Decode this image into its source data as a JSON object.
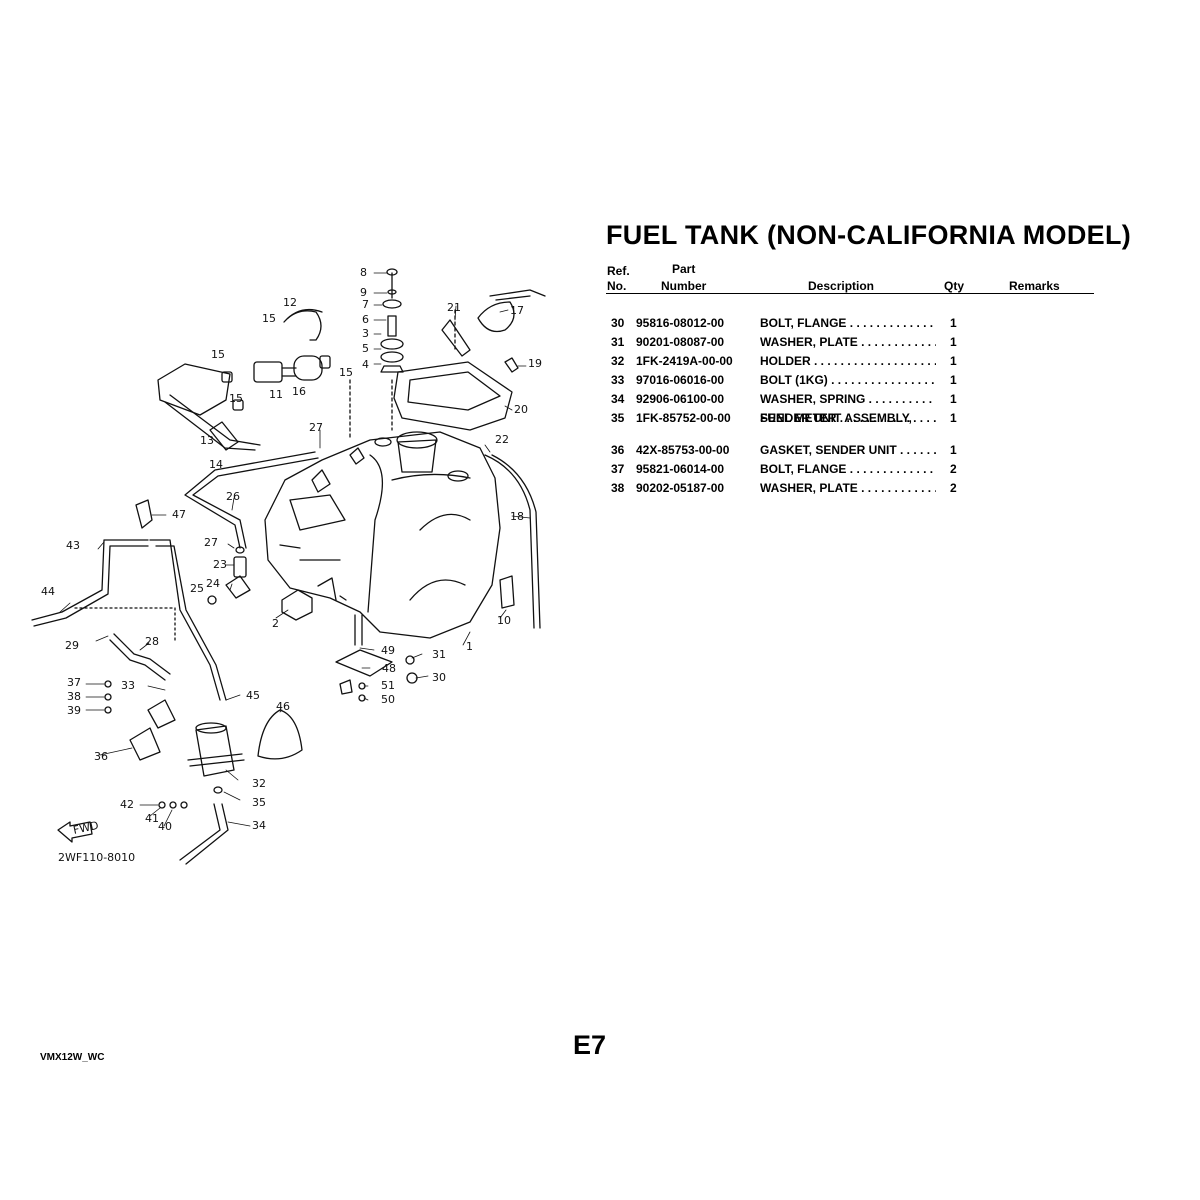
{
  "title": "FUEL TANK (NON-CALIFORNIA MODEL)",
  "table": {
    "headers": {
      "ref_line1": "Ref.",
      "ref_line2": "No.",
      "part_line1": "Part",
      "part_line2": "Number",
      "description": "Description",
      "qty": "Qty",
      "remarks": "Remarks"
    },
    "rows": [
      {
        "ref": "30",
        "part": "95816-08012-00",
        "desc": "BOLT, FLANGE  . . . . . . . . . . . . . . . . . . . . . . . .",
        "desc2": "",
        "qty": "1"
      },
      {
        "ref": "31",
        "part": "90201-08087-00",
        "desc": "WASHER, PLATE  . . . . . . . . . . . . . . . . . . . . . . . .",
        "desc2": "",
        "qty": "1"
      },
      {
        "ref": "32",
        "part": "1FK-2419A-00-00",
        "desc": "HOLDER   . . . . . . . . . . . . . . . . . . . . . . . . . . . . . .",
        "desc2": "",
        "qty": "1"
      },
      {
        "ref": "33",
        "part": "97016-06016-00",
        "desc": "BOLT (1KG)  . . . . . . . . . . . . . . . . . . . . . . . . . .",
        "desc2": "",
        "qty": "1"
      },
      {
        "ref": "34",
        "part": "92906-06100-00",
        "desc": "WASHER, SPRING  . . . . . . . . . . . . . . . . . . . . . . .",
        "desc2": "",
        "qty": "1"
      },
      {
        "ref": "35",
        "part": "1FK-85752-00-00",
        "desc": "SENDER UNIT ASSEMBLY,",
        "desc2": "FUEL METER  . . . . . . . . . . . . . . . . . . . . . . . . . .",
        "qty": "1"
      },
      {
        "ref": "36",
        "part": "42X-85753-00-00",
        "desc": "GASKET, SENDER UNIT   . . . . . . . . . . . . . . . .",
        "desc2": "",
        "qty": "1"
      },
      {
        "ref": "37",
        "part": "95821-06014-00",
        "desc": "BOLT, FLANGE  . . . . . . . . . . . . . . . . . . . . . . . .",
        "desc2": "",
        "qty": "2"
      },
      {
        "ref": "38",
        "part": "90202-05187-00",
        "desc": "WASHER, PLATE  . . . . . . . . . . . . . . . . . . . . . . . .",
        "desc2": "",
        "qty": "2"
      }
    ]
  },
  "diagram": {
    "callouts": [
      "1",
      "2",
      "3",
      "4",
      "5",
      "6",
      "7",
      "8",
      "9",
      "10",
      "11",
      "12",
      "13",
      "14",
      "15",
      "15",
      "15",
      "15",
      "16",
      "17",
      "18",
      "19",
      "20",
      "21",
      "22",
      "23",
      "24",
      "25",
      "26",
      "27",
      "27",
      "28",
      "29",
      "30",
      "31",
      "32",
      "33",
      "34",
      "35",
      "36",
      "37",
      "38",
      "39",
      "40",
      "41",
      "42",
      "43",
      "44",
      "45",
      "46",
      "47",
      "48",
      "49",
      "50",
      "51"
    ],
    "fwd_label": "FWD",
    "figure_code": "2WF110-8010"
  },
  "page_id": "E7",
  "model_code": "VMX12W_WC"
}
